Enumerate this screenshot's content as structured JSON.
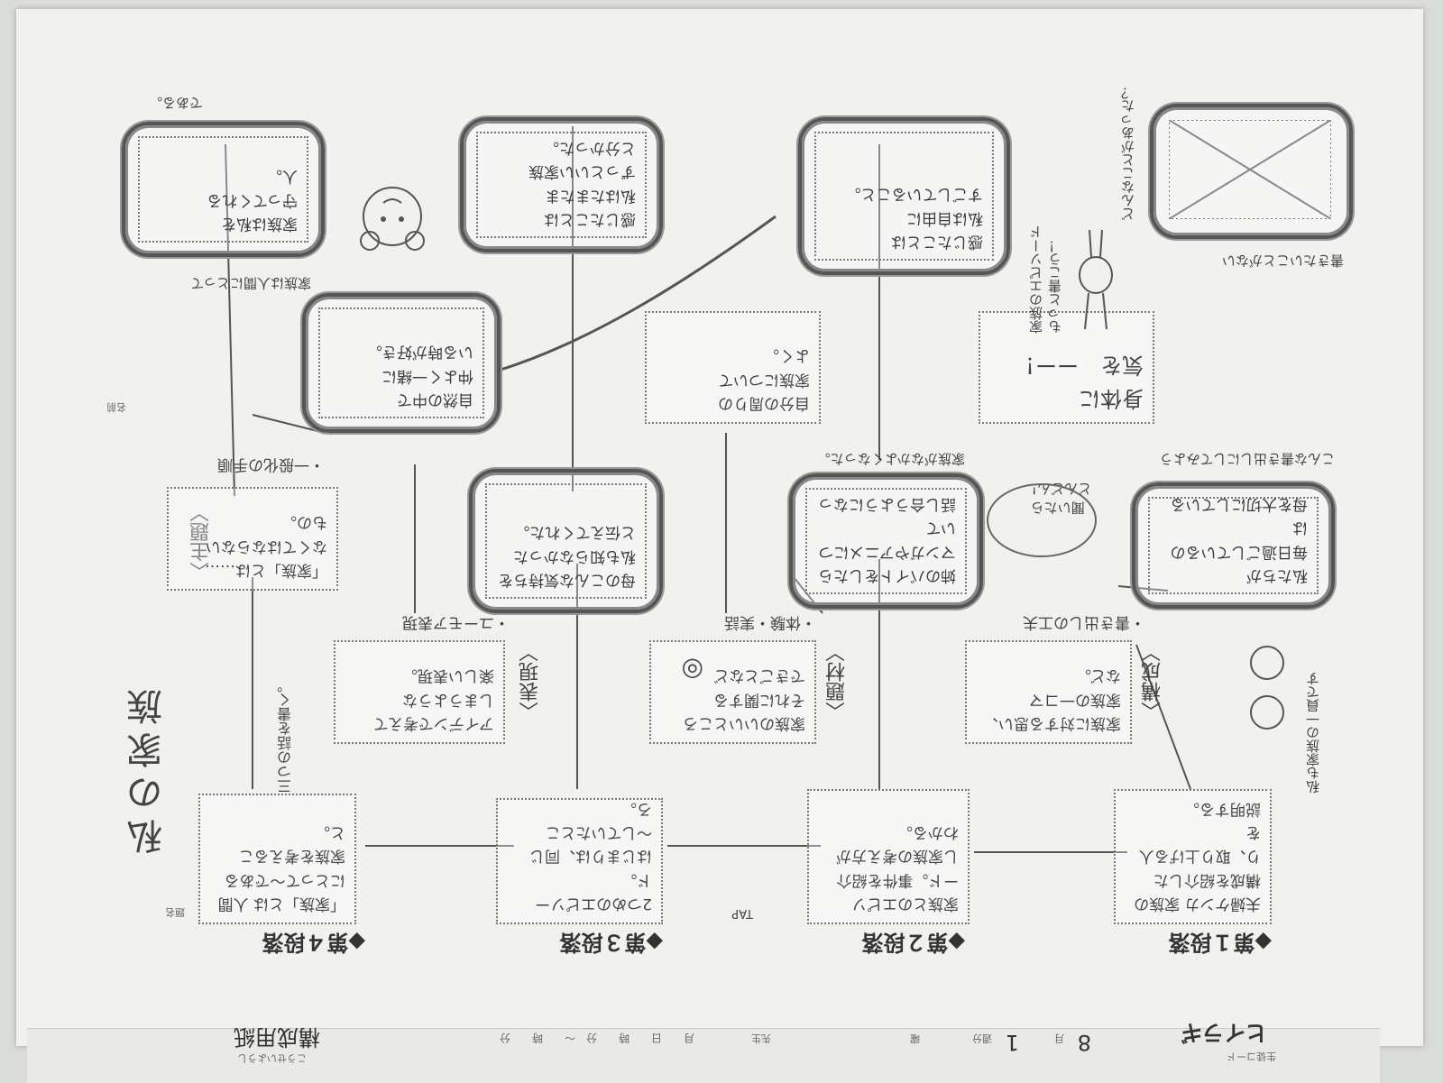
{
  "header": {
    "form_title": "構成用紙",
    "form_title_reading": "こうせいようし",
    "subject_label": "題名",
    "subject_reading": "だいめい",
    "name_label": "名前",
    "name_reading": "なまえ",
    "code_label": "生徒コード",
    "student_name": "ヒイラギ",
    "month": "8",
    "month_unit": "月",
    "week": "1",
    "week_unit": "週分",
    "day_label": "曜",
    "teacher_label": "先生",
    "date_label": "月　　日　　時　　分　〜　　時　　分"
  },
  "title": {
    "text": "私の家族"
  },
  "paragraphs": [
    {
      "heading": "◆第１段落",
      "text": "夫婦ケンカ 家族の\n構成を紹介した\nり、取り上げる人を\n説明する。"
    },
    {
      "heading": "◆第２段落",
      "text": "家族とのエピソ\nード。事件を紹介\nし家族の考え方が\nわかる。"
    },
    {
      "heading": "◆第３段落",
      "text": "2つめのエピソード。\nはじまりは、同じ\n〜していたとこ\nろ。"
    },
    {
      "heading": "◆第４段落",
      "text": "「家族」とは 人間\nにとって〜である\n家族を考えること。"
    }
  ],
  "kouzou": {
    "tag": "〈構成〉",
    "text": "家族に対する思い、\n家族の一コマ\nなど。",
    "note": "・書き出しの工夫"
  },
  "taiken": {
    "tag": "〈題材〉",
    "text": "家族のいいところ\nそれに関する\nできごとなど",
    "mark": "◎",
    "note": "・体験・実話"
  },
  "hyougen": {
    "tag": "〈表現〉",
    "text": "アイデンで考えて\nしまうような\n楽しい表現。",
    "note": "・ユーモア表現"
  },
  "shudai": {
    "tag": "〈主題〉",
    "text": "「家族」とは……\nなくてはならない\nもの。",
    "note": "・一般化の手順"
  },
  "clouds": {
    "c1": "私たちが\n毎日過ごしているのは\n母を大切にしている\nことが分かる。",
    "c1_note": "こんな書き出しにしてみよう",
    "c2": "姉のバイトをしたら\nマンガやアニメについて\n話し合うようになった。",
    "c2_note": "家族がなかよくなった。",
    "c3": "母のこんな気持ちを\n私も知らなかった\nと伝えてくれた。",
    "c4": "自然の中で\n仲よく一緒に\nいる時が好き。",
    "c5": "感じたことは\n私は自由に\nすごしていること。",
    "c6": "感じたことは\n私はたまたま\nずっといい家族\nと分かった。",
    "c7": "家族は私を\n守ってくれる\n人。",
    "c7_note": "家族は人間にとって"
  },
  "side_boxes": {
    "body_box": "身体に\n気を　ーー！",
    "mid_box": "自分の周りの\n家族について\nよく。",
    "x_box_note": "書きたいことがない"
  },
  "bubbles": {
    "speech1": "聞いたら\nどんどん！",
    "speech2": "家族のエピソード\nもっと書こう！"
  },
  "vertical_notes": {
    "n1": "三つの話を書く。",
    "n2": "私も家族の一員です",
    "n3": "どんなことがあった？"
  },
  "misc": {
    "top_left_note": "である。",
    "tap_mark": "TAP"
  }
}
